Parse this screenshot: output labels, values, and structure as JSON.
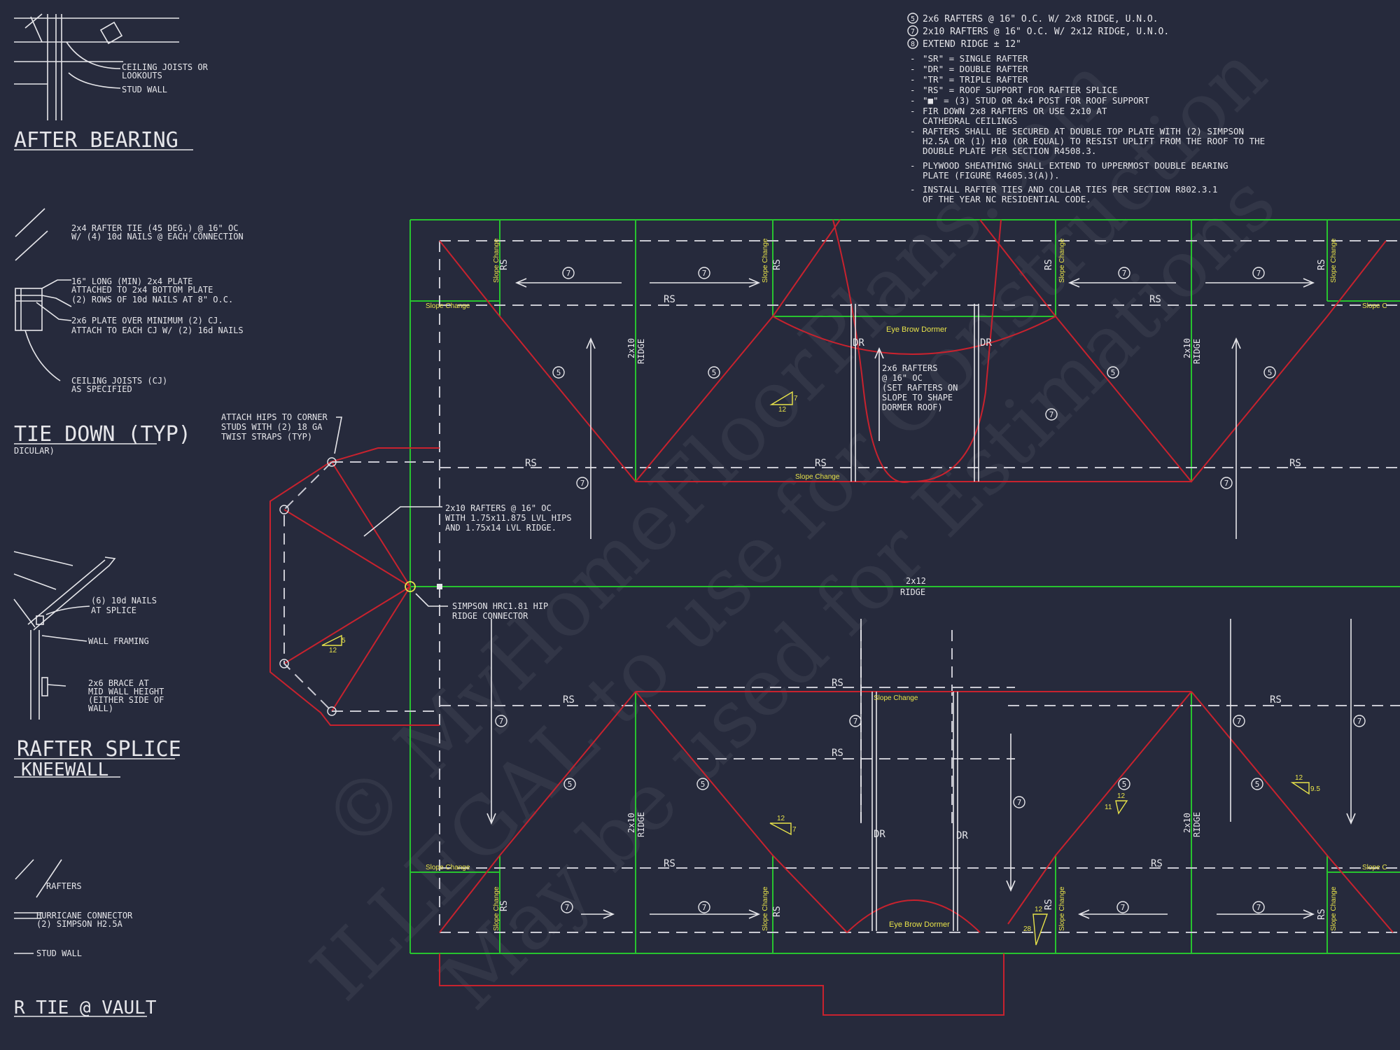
{
  "details": {
    "rafter_bearing": {
      "callouts": [
        "CEILING JOISTS OR",
        "LOOKOUTS",
        "STUD WALL"
      ],
      "title": "AFTER BEARING"
    },
    "tie_down": {
      "callouts": [
        "2x4 RAFTER TIE (45 DEG.) @ 16\" OC",
        "W/ (4) 10d NAILS @ EACH CONNECTION",
        "16\" LONG (MIN) 2x4 PLATE",
        "ATTACHED TO 2x4 BOTTOM PLATE",
        "(2) ROWS OF 10d NAILS AT 8\" O.C.",
        "2x6 PLATE OVER MINIMUM (2) CJ.",
        "ATTACH TO EACH CJ W/ (2) 16d NAILS",
        "CEILING JOISTS (CJ)",
        "AS SPECIFIED"
      ],
      "title": "TIE DOWN (TYP)",
      "subtitle": "DICULAR)"
    },
    "rafter_splice": {
      "callouts": [
        "(6) 10d NAILS",
        "AT SPLICE",
        "WALL FRAMING",
        "2x6 BRACE AT",
        "MID WALL HEIGHT",
        "(EITHER SIDE OF",
        "WALL)"
      ],
      "title_1": "RAFTER SPLICE",
      "title_2": "KNEEWALL"
    },
    "tie_vault": {
      "callouts": [
        "RAFTERS",
        "HURRICANE CONNECTOR",
        "(2) SIMPSON H2.5A",
        "STUD WALL"
      ],
      "title": "R TIE @ VAULT"
    }
  },
  "notes": {
    "numbered": [
      "2x6 RAFTERS @ 16\" O.C. W/ 2x8 RIDGE, U.N.O.",
      "2x10 RAFTERS @ 16\" O.C. W/ 2x12 RIDGE, U.N.O.",
      "EXTEND RIDGE ± 12\""
    ],
    "numbered_marks": [
      "5",
      "7",
      "8"
    ],
    "bullets": [
      "\"SR\" = SINGLE RAFTER",
      "\"DR\" = DOUBLE RAFTER",
      "\"TR\" = TRIPLE RAFTER",
      "\"RS\" = ROOF SUPPORT FOR RAFTER SPLICE",
      "\"■\"  = (3) STUD OR 4x4 POST FOR ROOF SUPPORT",
      "FIR DOWN 2x8 RAFTERS OR USE 2x10 AT",
      "CATHEDRAL CEILINGS",
      "RAFTERS SHALL BE SECURED AT DOUBLE TOP PLATE WITH (2) SIMPSON",
      "H2.5A OR (1) H10 (OR EQUAL) TO RESIST UPLIFT FROM THE ROOF TO THE",
      "DOUBLE PLATE PER SECTION R4508.3.",
      "PLYWOOD SHEATHING SHALL EXTEND TO UPPERMOST DOUBLE BEARING",
      "PLATE (FIGURE R4605.3(A)).",
      "INSTALL RAFTER TIES AND COLLAR TIES PER SECTION R802.3.1",
      "OF THE YEAR NC RESIDENTIAL CODE."
    ]
  },
  "plan": {
    "labels": {
      "rs": "RS",
      "dr": "DR",
      "ridge": "RIDGE",
      "two_by_ten": "2x10",
      "two_by_twelve": "2x12",
      "slope_change": "Slope Change",
      "slope_change_cut": "Slope C",
      "eyebrow_dormer": "Eye Brow Dormer",
      "mark_5": "5",
      "mark_7": "7"
    },
    "callouts": {
      "hip_straps": [
        "ATTACH HIPS TO CORNER",
        "STUDS WITH (2) 18 GA",
        "TWIST STRAPS (TYP)"
      ],
      "lvl": [
        "2x10 RAFTERS @ 16\" OC",
        "WITH 1.75x11.875 LVL HIPS",
        "AND 1.75x14 LVL RIDGE."
      ],
      "connector": [
        "SIMPSON HRC1.81 HIP",
        "RIDGE CONNECTOR"
      ],
      "dormer_rafters": [
        "2x6 RAFTERS",
        "@ 16\" OC",
        "(SET RAFTERS ON",
        "SLOPE TO SHAPE",
        "DORMER ROOF)"
      ]
    },
    "slopes": {
      "upper": {
        "rise": "7",
        "run": "12"
      },
      "bay": {
        "rise": "5",
        "run": "12"
      },
      "lower_left": {
        "rise": "7",
        "run": "12"
      },
      "lower_mid": {
        "rise": "11",
        "run": "12"
      },
      "lower_right": {
        "rise": "9.5",
        "run": "12"
      },
      "corner": {
        "rise": "28",
        "run": "12"
      }
    }
  },
  "watermark": [
    "© MyHomeFloorPlans.com",
    "ILLEGAL to use for Construction",
    "May be used for Estimations"
  ],
  "colors": {
    "background": "#262a3c",
    "walls": "#27c32f",
    "hips": "#c8222e",
    "annotations": "#e8e34a",
    "linework": "#e6e6ea"
  },
  "icons": [
    "circle-mark-icon",
    "slope-triangle-icon",
    "post-square-icon"
  ]
}
